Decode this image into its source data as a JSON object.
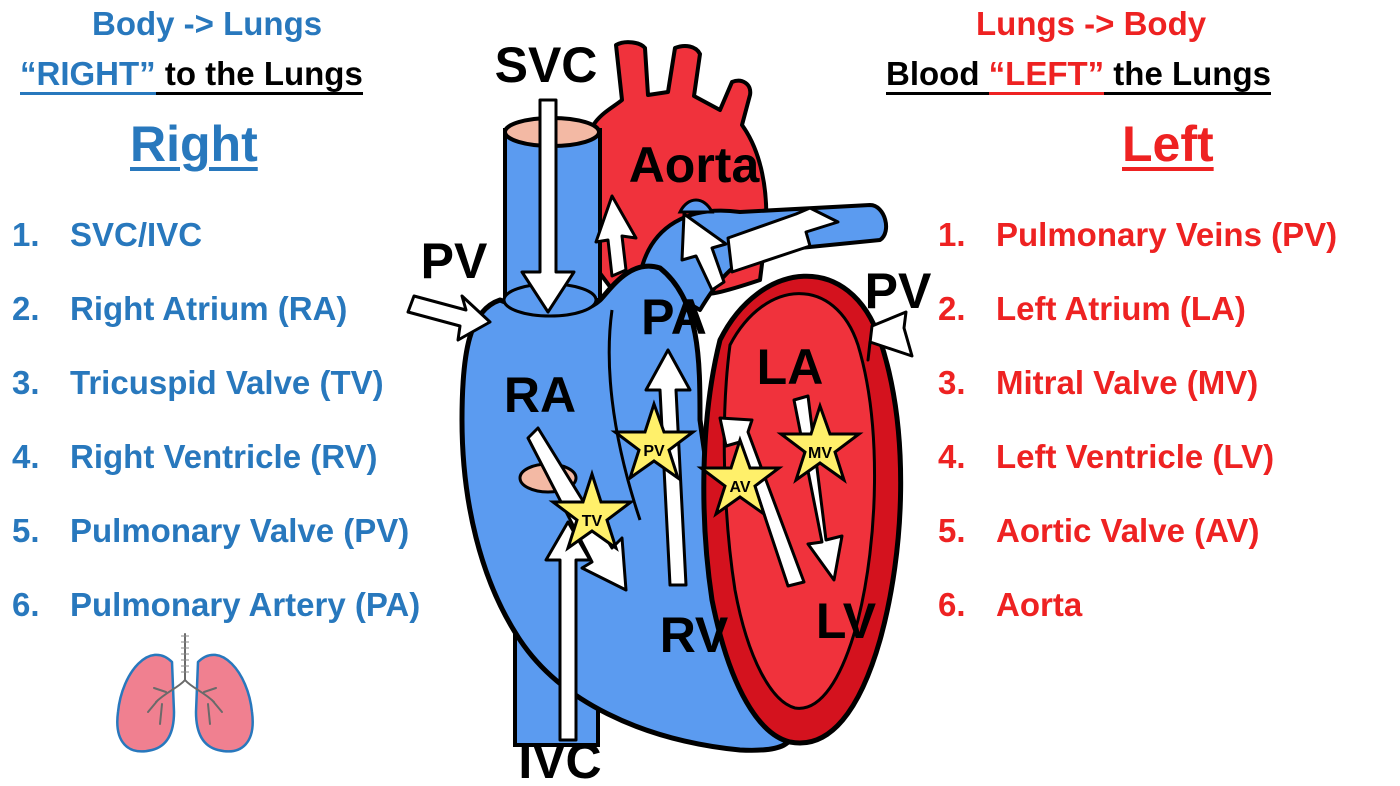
{
  "left_header": {
    "line1": "Body -> Lungs",
    "line2_quote": "“RIGHT”",
    "line2_rest": " to the Lungs",
    "title": "Right"
  },
  "right_header": {
    "line1": "Lungs -> Body",
    "line2_prefix": "Blood ",
    "line2_quote": "“LEFT”",
    "line2_rest": " the Lungs",
    "title": "Left"
  },
  "right_side_list": [
    {
      "num": "1.",
      "label": "SVC/IVC"
    },
    {
      "num": "2.",
      "label": "Right Atrium (RA)"
    },
    {
      "num": "3.",
      "label": "Tricuspid Valve (TV)"
    },
    {
      "num": "4.",
      "label": "Right Ventricle (RV)"
    },
    {
      "num": "5.",
      "label": "Pulmonary Valve (PV)"
    },
    {
      "num": "6.",
      "label": "Pulmonary Artery (PA)"
    }
  ],
  "left_side_list": [
    {
      "num": "1.",
      "label": "Pulmonary Veins (PV)"
    },
    {
      "num": "2.",
      "label": "Left Atrium (LA)"
    },
    {
      "num": "3.",
      "label": "Mitral Valve (MV)"
    },
    {
      "num": "4.",
      "label": "Left Ventricle (LV)"
    },
    {
      "num": "5.",
      "label": "Aortic Valve (AV)"
    },
    {
      "num": "6.",
      "label": "Aorta"
    }
  ],
  "heart_labels": {
    "svc": "SVC",
    "ivc": "IVC",
    "aorta": "Aorta",
    "pv_left": "PV",
    "pv_right": "PV",
    "pa": "PA",
    "ra": "RA",
    "la": "LA",
    "rv": "RV",
    "lv": "LV"
  },
  "valve_stars": {
    "tv": "TV",
    "pv": "PV",
    "av": "AV",
    "mv": "MV"
  },
  "colors": {
    "blue_text": "#2878BD",
    "red_text": "#EE2222",
    "deoxygenated_blood": "#5B9BF0",
    "oxygenated_blood": "#F0323C",
    "valve_star": "#FFF06A"
  },
  "icons": [
    "lungs-icon",
    "heart-diagram"
  ]
}
